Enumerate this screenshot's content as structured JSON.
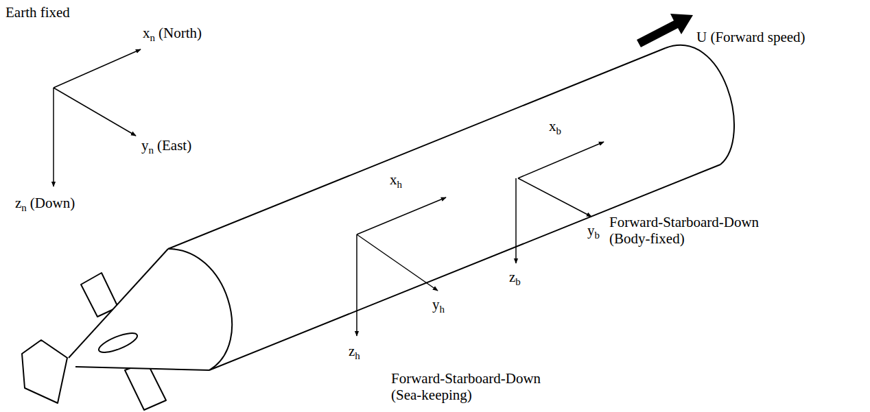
{
  "diagram": {
    "labels": [
      "Earth fixed",
      "x",
      "n",
      "(North)",
      "y",
      "n",
      "(East)",
      "z",
      "n",
      "(Down)",
      "U (Forward speed)",
      "x",
      "b",
      "y",
      "b",
      "z",
      "b",
      "Forward-Starboard-Down (Body-fixed)",
      "x",
      "h",
      "y",
      "h",
      "z",
      "h",
      "Forward-Starboard-Down (Sea-keeping)"
    ]
  }
}
